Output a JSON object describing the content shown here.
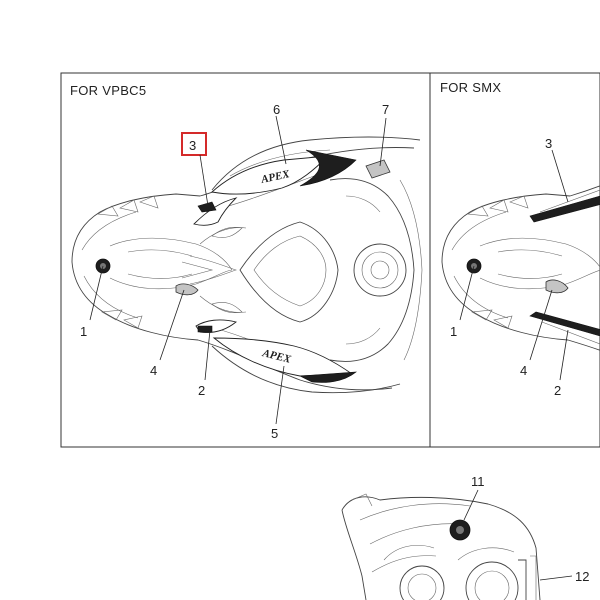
{
  "panels": [
    {
      "title": "FOR VPBC5"
    },
    {
      "title": "FOR SMX"
    }
  ],
  "decal_text": "APEX",
  "callouts": {
    "vpbc5": [
      "1",
      "2",
      "3",
      "4",
      "5",
      "6",
      "7"
    ],
    "smx": [
      "1",
      "2",
      "3",
      "4"
    ],
    "lower": [
      "11",
      "12"
    ]
  },
  "highlighted_callout": "3",
  "colors": {
    "highlight": "#d42a2a",
    "line": "#444444",
    "decal": "#1e1e1e"
  }
}
